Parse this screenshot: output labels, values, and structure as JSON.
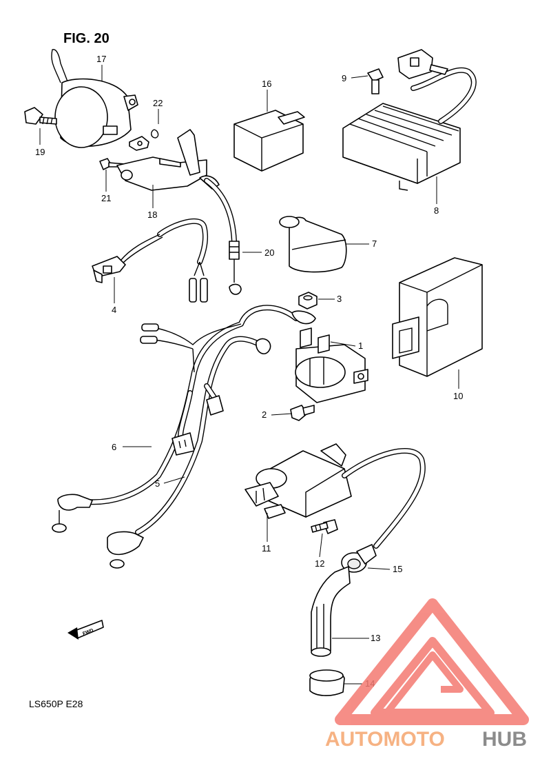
{
  "figure_title": "FIG. 20",
  "model_code": "LS650P  E28",
  "fwd_marker": "FWD",
  "watermark": {
    "text_part1": "AUTOMOTO",
    "text_part2": "HUB",
    "color_part1": "#f6b283",
    "color_part2": "#8c8c8c",
    "logo_color": "#f47a72"
  },
  "callouts": [
    {
      "id": "17",
      "part": "part-17"
    },
    {
      "id": "22",
      "part": "part-22"
    },
    {
      "id": "19",
      "part": "part-19"
    },
    {
      "id": "21",
      "part": "part-21"
    },
    {
      "id": "18",
      "part": "part-18"
    },
    {
      "id": "16",
      "part": "part-16"
    },
    {
      "id": "9",
      "part": "part-9"
    },
    {
      "id": "8",
      "part": "part-8"
    },
    {
      "id": "7",
      "part": "part-7"
    },
    {
      "id": "20",
      "part": "part-20"
    },
    {
      "id": "4",
      "part": "part-4"
    },
    {
      "id": "3",
      "part": "part-3"
    },
    {
      "id": "1",
      "part": "part-1"
    },
    {
      "id": "10",
      "part": "part-10"
    },
    {
      "id": "2",
      "part": "part-2"
    },
    {
      "id": "6",
      "part": "part-6"
    },
    {
      "id": "5",
      "part": "part-5"
    },
    {
      "id": "11",
      "part": "part-11"
    },
    {
      "id": "12",
      "part": "part-12"
    },
    {
      "id": "15",
      "part": "part-15"
    },
    {
      "id": "13",
      "part": "part-13"
    },
    {
      "id": "14",
      "part": "part-14"
    }
  ]
}
